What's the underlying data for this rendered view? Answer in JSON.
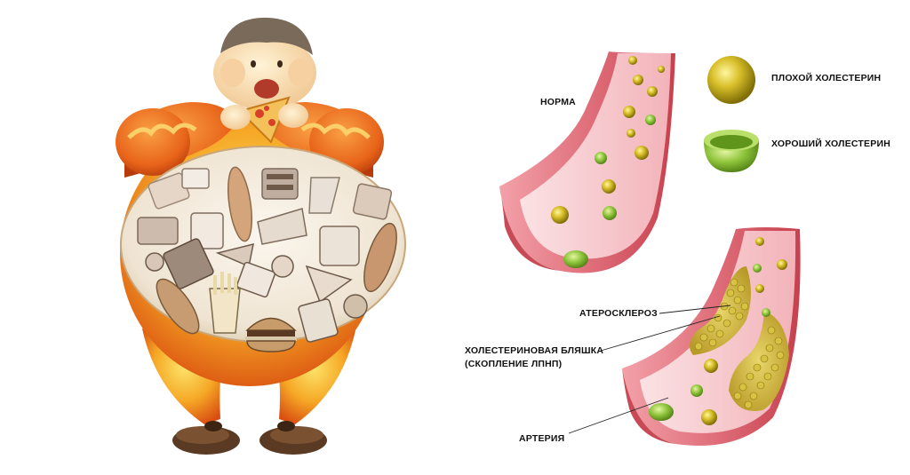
{
  "labels": {
    "norm": "НОРМА",
    "bad_cholesterol": "ПЛОХОЙ ХОЛЕСТЕРИН",
    "good_cholesterol": "ХОРОШИЙ ХОЛЕСТЕРИН",
    "atherosclerosis": "АТЕРОСКЛЕРОЗ",
    "plaque_line1": "ХОЛЕСТЕРИНОВАЯ БЛЯШКА",
    "plaque_line2": "(СКОПЛЕНИЕ ЛПНП)",
    "artery": "АРТЕРИЯ"
  },
  "colors": {
    "artery_wall": "#e06a78",
    "artery_inner": "#f6c7cb",
    "artery_dark": "#b8343f",
    "bad_ldl": "#c9b21f",
    "good_hdl": "#8fc43a",
    "body_orange": "#f07a1e",
    "body_yellow": "#f8d21f"
  },
  "icons": {
    "person": "fat-cartoon-man-icon",
    "food": "junk-food-pile-icon",
    "bad": "yellow-sphere-icon",
    "good": "green-cup-icon"
  }
}
